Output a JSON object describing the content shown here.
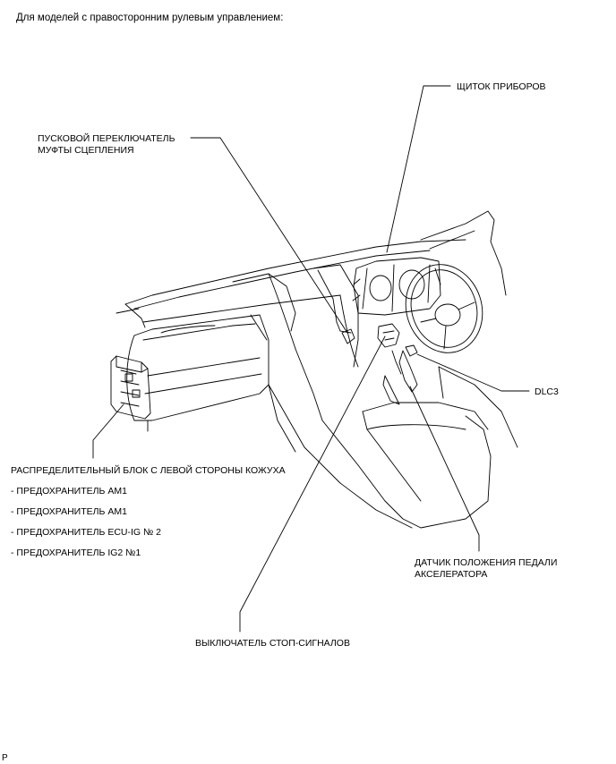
{
  "heading": "Для моделей с правосторонним рулевым управлением:",
  "labels": {
    "meter": "ЩИТОК ПРИБОРОВ",
    "clutch_line1": "ПУСКОВОЙ ПЕРЕКЛЮЧАТЕЛЬ",
    "clutch_line2": "МУФТЫ СЦЕПЛЕНИЯ",
    "dlc3": "DLC3",
    "junction_block": "РАСПРЕДЕЛИТЕЛЬНЫЙ БЛОК С ЛЕВОЙ СТОРОНЫ КОЖУХА",
    "fuses": [
      "- ПРЕДОХРАНИТЕЛЬ AM1",
      "- ПРЕДОХРАНИТЕЛЬ AM1",
      "- ПРЕДОХРАНИТЕЛЬ ECU-IG № 2",
      "- ПРЕДОХРАНИТЕЛЬ IG2 №1"
    ],
    "accel_line1": "ДАТЧИК ПОЛОЖЕНИЯ ПЕДАЛИ",
    "accel_line2": "АКСЕЛЕРАТОРА",
    "stop_switch": "ВЫКЛЮЧАТЕЛЬ СТОП-СИГНАЛОВ"
  },
  "corner_mark": "P"
}
